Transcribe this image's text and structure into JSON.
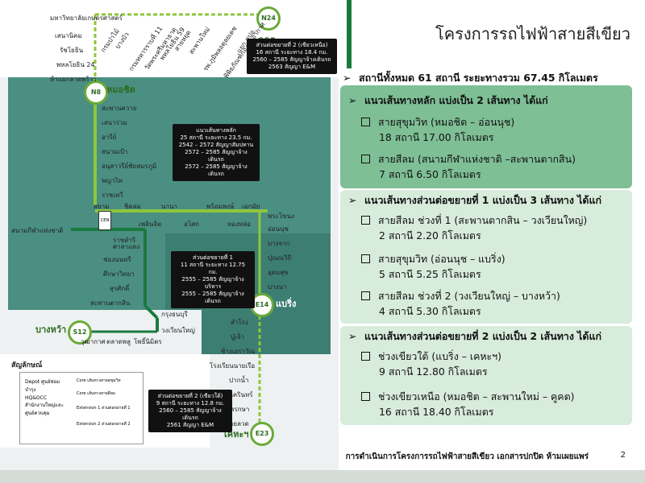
{
  "title": "โครงการรถไฟฟ้าสายสีเขียว",
  "summary": "สถานีทั้งหมด 61 สถานี ระยะทางรวม 67.45 กิโลเมตร",
  "sections": [
    {
      "header": "แนวเส้นทางหลัก แบ่งเป็น 2 เส้นทาง ได้แก่",
      "items": [
        {
          "name": "สายสุขุมวิท (หมอชิต – อ่อนนุช)",
          "detail": "18 สถานี 17.00 กิโลเมตร"
        },
        {
          "name": "สายสีลม (สนามกีฬาแห่งชาติ –สะพานตากสิน)",
          "detail": "7 สถานี 6.50 กิโลเมตร"
        }
      ]
    },
    {
      "header": "แนวเส้นทางส่วนต่อขยายที่ 1 แบ่งเป็น 3 เส้นทาง ได้แก่",
      "items": [
        {
          "name": "สายสีลม ช่วงที่ 1 (สะพานตากสิน – วงเวียนใหญ่)",
          "detail": "2 สถานี 2.20 กิโลเมตร"
        },
        {
          "name": "สายสุขุมวิท (อ่อนนุช – แบริ่ง)",
          "detail": "5 สถานี 5.25 กิโลเมตร"
        },
        {
          "name": "สายสีลม ช่วงที่ 2 (วงเวียนใหญ่ – บางหว้า)",
          "detail": "4 สถานี 5.30 กิโลเมตร"
        }
      ]
    },
    {
      "header": "แนวเส้นทางส่วนต่อขยายที่ 2 แบ่งเป็น 2 เส้นทาง ได้แก่",
      "items": [
        {
          "name": "ช่วงเขียวใต้ (แบริ่ง – เคหะฯ)",
          "detail": "9 สถานี 12.80 กิโลเมตร"
        },
        {
          "name": "ช่วงเขียวเหนือ (หมอชิต – สะพานใหม่ – คูคต)",
          "detail": "16 สถานี 18.40 กิโลเมตร"
        }
      ]
    }
  ],
  "footer": {
    "text": "การดำเนินการโครงการรถไฟฟ้าสายสีเขียว    เอกสารปกปิด ห้ามเผยแพร่",
    "page": "2"
  },
  "map": {
    "terminals": {
      "north": "คูคต",
      "north_code": "N24",
      "mochit": "หมอชิต",
      "mochit_code": "N8",
      "bearing": "แบริ่ง",
      "bearing_code": "E14",
      "bangwa": "บางหว้า",
      "bangwa_code": "S12",
      "kheha": "เคหะฯ",
      "kheha_code": "E23",
      "cen": "CEN"
    },
    "north_ext_stations": [
      "มหาวิทยาลัยเกษตรศาสตร์",
      "เสนานิคม",
      "รัชโยธิน",
      "พหลโยธิน 24",
      "ห้าแยกลาดพร้าว"
    ],
    "north_top_stations": [
      "กรมป่าไม้",
      "บางบัว",
      "กรมทหารราบที่ 11",
      "วัดพระศรีมหาธาตุ",
      "พหลโยธิน 59",
      "สายหยุด",
      "สะพานใหม่",
      "รพ.ภูมิพลอดุลยเดช",
      "พิพิธภัณฑ์กองทัพอากาศ",
      "แยก คปอ."
    ],
    "sukhumvit_stations": [
      "สะพานควาย",
      "เสนาร่วม",
      "อารีย์",
      "สนามเป้า",
      "อนุสาวรีย์ชัยสมรภูมิ",
      "พญาไท",
      "ราชเทวี",
      "สยาม"
    ],
    "east_stations": [
      "ชิดลม",
      "เพลินจิต",
      "นานา",
      "อโศก",
      "พร้อมพงษ์",
      "ทองหล่อ",
      "เอกมัย",
      "พระโขนง",
      "อ่อนนุช"
    ],
    "bearing_stations": [
      "บางจาก",
      "ปุณณวิถี",
      "อุดมสุข",
      "บางนา"
    ],
    "silom_stations": [
      "สนามกีฬาแห่งชาติ",
      "ราชดำริ",
      "ศาลาแดง",
      "ช่องนนทรี",
      "ศึกษาวิทยา",
      "สุรศักดิ์",
      "สะพานตากสิน",
      "กรุงธนบุรี",
      "วงเวียนใหญ่"
    ],
    "bangwa_stations": [
      "วุฒากาศ",
      "ตลาดพลู",
      "โพธิ์นิมิตร"
    ],
    "south_stations": [
      "สำโรง",
      "ปู่เจ้า",
      "ช้างเอราวัณ",
      "โรงเรียนนายเรือ",
      "ปากน้ำ",
      "ศรีนครินทร์",
      "แพรกษา",
      "สายลวด"
    ],
    "info_north": [
      "ส่วนต่อขยายที่ 2 (เขียวเหนือ)",
      "16 สถานี ระยะทาง 18.4 กม.",
      "2560 – 2585 สัญญาจ้างเดินรถ",
      "2563 สัญญา E&M"
    ],
    "info_main": [
      "แนวเส้นทางหลัก",
      "25 สถานี ระยะทาง 23.5 กม.",
      "2542 – 2572 สัญญาสัมปทาน",
      "2572 – 2585 สัญญาจ้างเดินรถ",
      "2572 – 2585 สัญญาจ้างเดินรถ"
    ],
    "info_ext1": [
      "ส่วนต่อขยายที่ 1",
      "11 สถานี ระยะทาง 12.75 กม.",
      "2555 – 2585 สัญญาจ้างบริหาร",
      "2555 – 2585 สัญญาจ้างเดินรถ"
    ],
    "info_south": [
      "ส่วนต่อขยายที่ 2 (เขียวใต้)",
      "9 สถานี ระยะทาง 12.8 กม.",
      "2560 – 2585 สัญญาจ้างเดินรถ",
      "2561 สัญญา E&M"
    ],
    "legend_title": "สัญลักษณ์",
    "legend": [
      "Depot ศูนย์ซ่อมบำรุง",
      "HQ&OCC สำนักงานใหญ่และศูนย์ควบคุม",
      "Core เส้นทางสายสุขุมวิท",
      "Core เส้นทางสายสีลม",
      "Extension 1 ส่วนต่อขยายที่ 1",
      "Extension 2 ส่วนต่อขยายที่ 2"
    ]
  },
  "colors": {
    "accent_green": "#1a7a3e",
    "light_green": "#8dc63f",
    "box_dark": "#7fbf96",
    "box_light": "#d8ecdc"
  }
}
